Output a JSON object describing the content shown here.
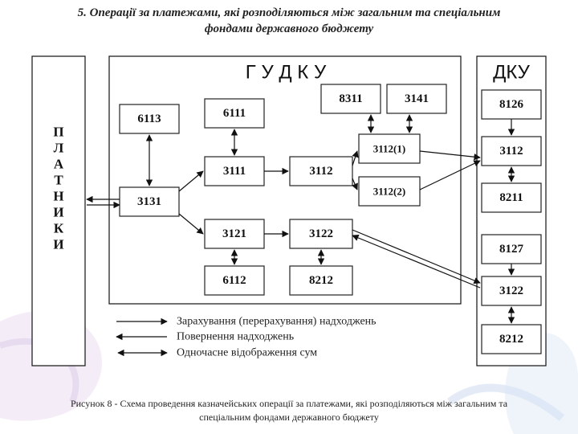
{
  "title": {
    "line1": "5. Операції за платежами, які розподіляються між загальним та спеціальним",
    "line2": "фондами державного бюджету"
  },
  "payers": {
    "letters": [
      "П",
      "Л",
      "А",
      "Т",
      "Н",
      "И",
      "К",
      "И"
    ]
  },
  "gudku": {
    "heading": "Г У Д К У",
    "boxes": {
      "b6113": "6113",
      "b6111": "6111",
      "b8311": "8311",
      "b3141": "3141",
      "b3112_1": "3112(1)",
      "b3111": "3111",
      "b3112": "3112",
      "b3112_2": "3112(2)",
      "b3131": "3131",
      "b3121": "3121",
      "b3122": "3122",
      "b6112": "6112",
      "b8212": "8212"
    }
  },
  "dku": {
    "heading": "ДКУ",
    "boxes": {
      "b8126": "8126",
      "b3112": "3112",
      "b8211": "8211",
      "b8127": "8127",
      "b3122": "3122",
      "b8212": "8212"
    }
  },
  "legend": {
    "item1": "Зарахування (перерахування) надходжень",
    "item2": "Повернення надходжень",
    "item3": "Одночасне відображення сум"
  },
  "caption": {
    "line1": "Рисунок  8 -  Схема проведення  казначейських операції за платежами, які розподіляються між загальним та",
    "line2": "спеціальним фондами державного бюджету"
  }
}
